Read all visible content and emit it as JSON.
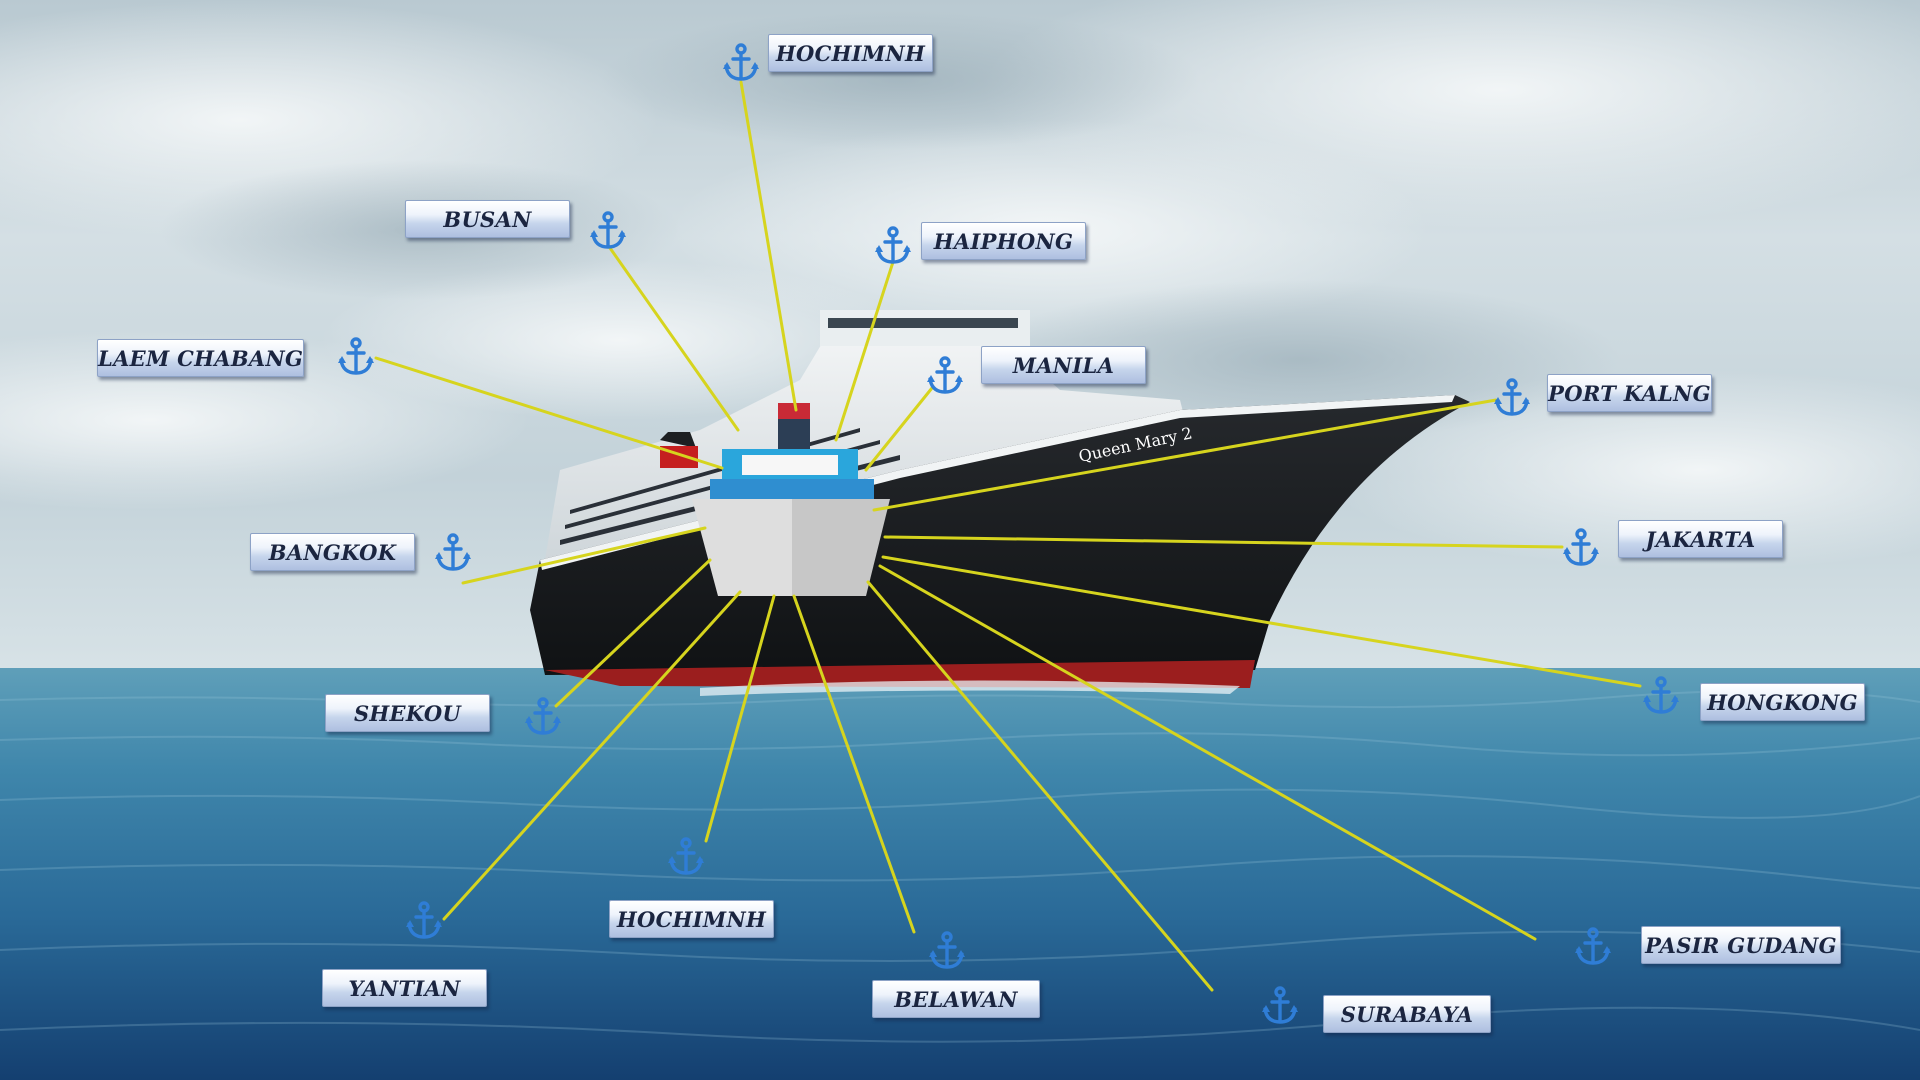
{
  "ship": {
    "name": "Queen Mary 2"
  },
  "colors": {
    "link": "#d6d41e",
    "anchor": "#2f7dd6",
    "label_text": "#1b2540"
  },
  "ports": [
    {
      "id": "hochiminh-top",
      "name": "HOCHIMNH"
    },
    {
      "id": "busan",
      "name": "BUSAN"
    },
    {
      "id": "haiphong",
      "name": "HAIPHONG"
    },
    {
      "id": "laem-chabang",
      "name": "LAEM CHABANG"
    },
    {
      "id": "manila",
      "name": "MANILA"
    },
    {
      "id": "port-kalng",
      "name": "PORT KALNG"
    },
    {
      "id": "bangkok",
      "name": "BANGKOK"
    },
    {
      "id": "jakarta",
      "name": "JAKARTA"
    },
    {
      "id": "hongkong",
      "name": "HONGKONG"
    },
    {
      "id": "shekou",
      "name": "SHEKOU"
    },
    {
      "id": "hochiminh-bottom",
      "name": "HOCHIMNH"
    },
    {
      "id": "yantian",
      "name": "YANTIAN"
    },
    {
      "id": "belawan",
      "name": "BELAWAN"
    },
    {
      "id": "pasir-gudang",
      "name": "PASIR GUDANG"
    },
    {
      "id": "surabaya",
      "name": "SURABAYA"
    }
  ]
}
